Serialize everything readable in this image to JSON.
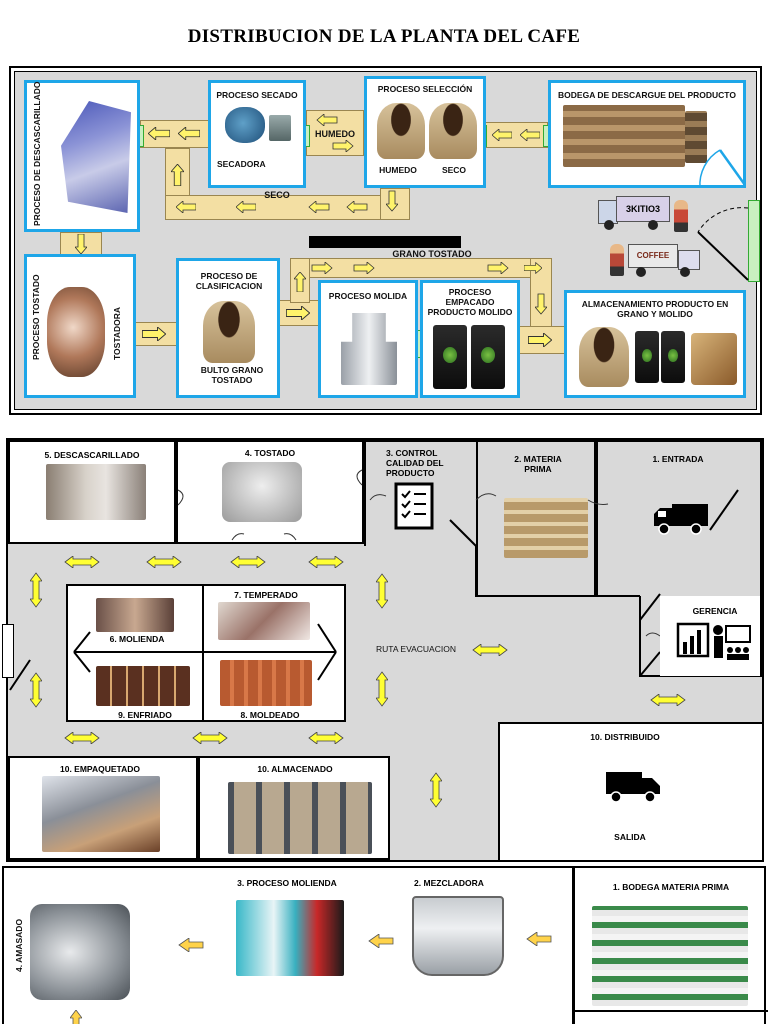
{
  "title": "DISTRIBUCION DE LA PLANTA DEL CAFE",
  "plan1": {
    "descascarillado": "PROCESO DE DESCASCARILLADO",
    "secado": "PROCESO SECADO",
    "secadora": "SECADORA",
    "humedo_belt": "HUMEDO",
    "seleccion": "PROCESO SELECCIÓN",
    "humedo": "HUMEDO",
    "seco": "SECO",
    "bodega": "BODEGA DE DESCARGUE DEL PRODUCTO",
    "seco_belt": "SECO",
    "truck_label": "3KITIO3",
    "truck_label2": "COFFEE",
    "grano_tostado": "GRANO TOSTADO",
    "tostado": "PROCESO TOSTADO",
    "tostadora": "TOSTADORA",
    "clasificacion": "PROCESO DE CLASIFICACION",
    "bulto": "BULTO GRANO TOSTADO",
    "molida": "PROCESO MOLIDA",
    "empacado": "PROCESO EMPACADO PRODUCTO MOLIDO",
    "almacenamiento": "ALMACENAMIENTO PRODUCTO EN GRANO Y MOLIDO"
  },
  "plan2": {
    "descascarillado": "5. DESCASCARILLADO",
    "tostado": "4. TOSTADO",
    "control": "3. CONTROL CALIDAD DEL PRODUCTO",
    "materia": "2. MATERIA PRIMA",
    "entrada": "1. ENTRADA",
    "temperado": "7. TEMPERADO",
    "molienda": "6. MOLIENDA",
    "ruta": "RUTA EVACUACION",
    "gerencia": "GERENCIA",
    "enfriado": "9. ENFRIADO",
    "moldeado": "8. MOLDEADO",
    "distribuido": "10. DISTRIBUIDO",
    "salida": "SALIDA",
    "empaquetado": "10. EMPAQUETADO",
    "almacenado": "10. ALMACENADO"
  },
  "plan3": {
    "molienda": "3. PROCESO MOLIENDA",
    "mezcladora": "2. MEZCLADORA",
    "bodega": "1. BODEGA  MATERIA PRIMA",
    "amasado": "4. AMASADO"
  },
  "colors": {
    "frame_blue": "#1ea6e8",
    "belt": "#f3dfa3",
    "arrow_yellow": "#ffff33",
    "floor_gray": "#d9d9d9"
  }
}
